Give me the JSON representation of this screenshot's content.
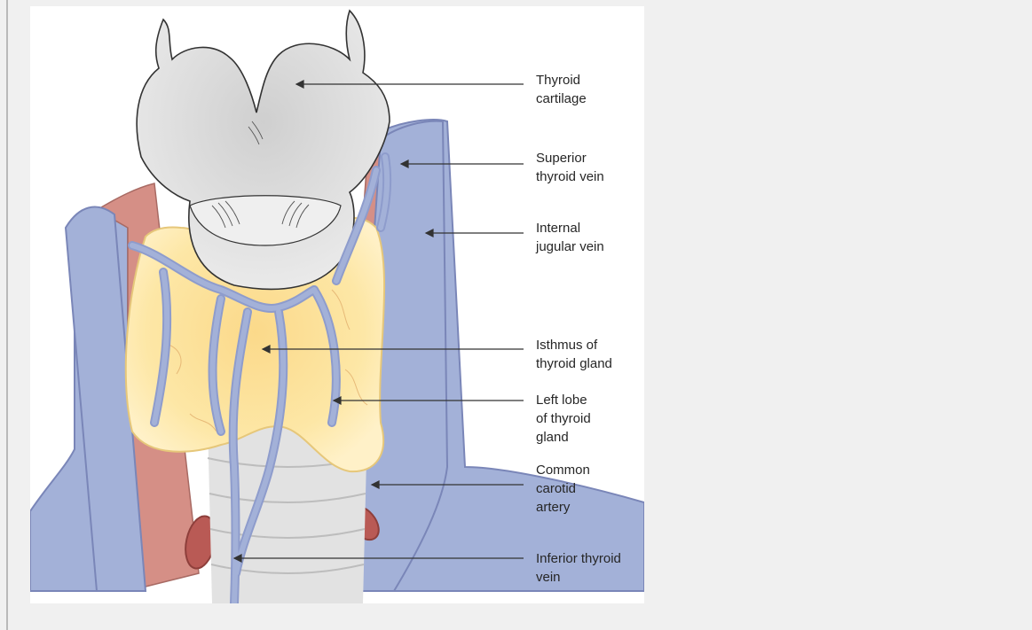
{
  "colors": {
    "vein": "#a3b1d8",
    "vein_outline": "#7a86b8",
    "gland": "#fbe49d",
    "artery": "#d58f86",
    "cartilage": "#dcdcdc",
    "trachea": "#e2e2e2"
  },
  "labels": {
    "thyroid_cartilage": "Thyroid\ncartilage",
    "superior_thyroid_vein": "Superior\nthyroid vein",
    "internal_jugular_vein": "Internal\njugular vein",
    "isthmus": "Isthmus of\nthyroid gland",
    "left_lobe": "Left lobe\nof thyroid\ngland",
    "common_carotid": "Common\ncarotid\nartery",
    "inferior_thyroid_vein": "Inferior thyroid\nvein"
  }
}
